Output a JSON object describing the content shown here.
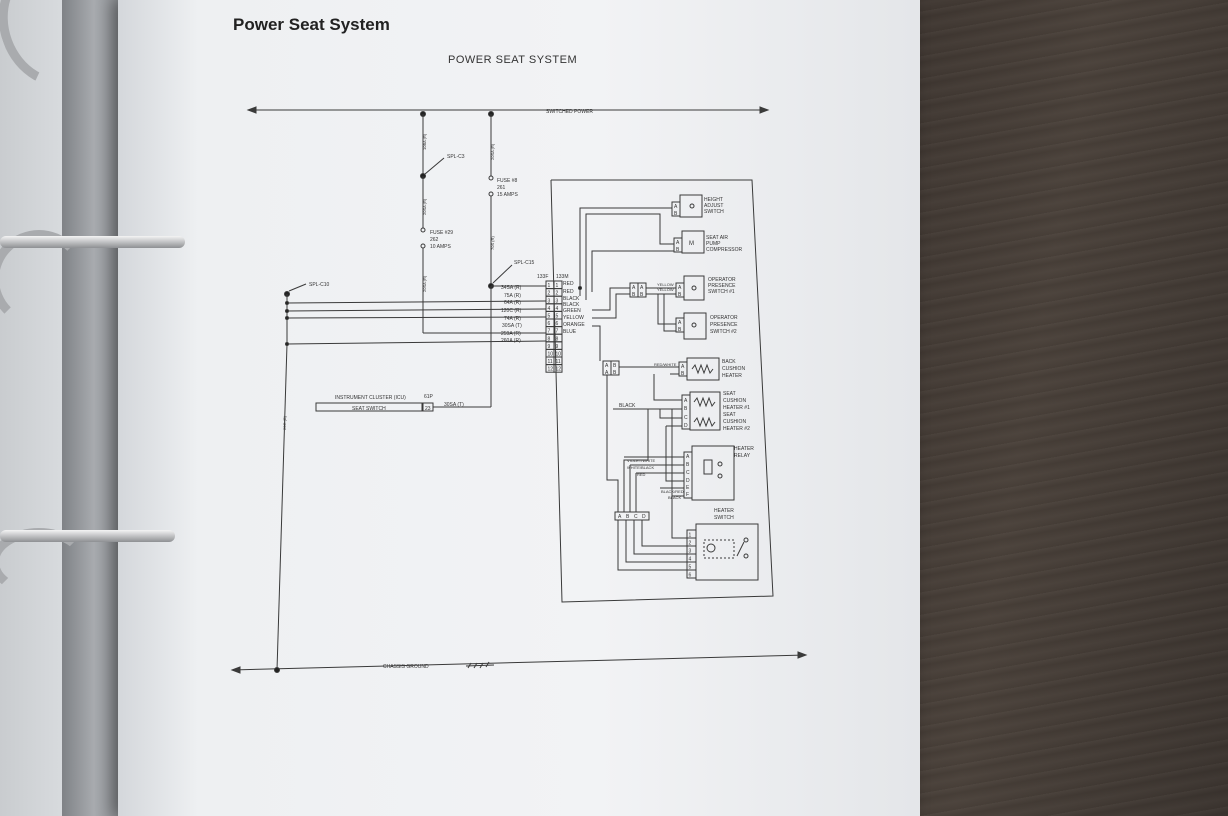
{
  "page": {
    "section_title": "Power Seat System",
    "diagram_title": "POWER SEAT SYSTEM"
  },
  "diagram": {
    "rails": {
      "top": "SWITCHED POWER",
      "bottom": "CHASSIS GROUND"
    },
    "supply": {
      "wire_a_top": "10BA (R)",
      "wire_a_mid": "20SA (R)",
      "wire_a_low": "20SA (R)",
      "wire_b_top": "20SA (R)",
      "wire_b_low": "70S (R)",
      "splice_c3": "SPL-C3",
      "splice_c15": "SPL-C15",
      "splice_c10": "SPL-C10",
      "fuse_8": [
        "FUSE #8",
        "261",
        "15 AMPS"
      ],
      "fuse_29": [
        "FUSE #29",
        "262",
        "10 AMPS"
      ],
      "ground_wire": "20G (B)"
    },
    "connector": {
      "left_id": "133F",
      "right_id": "133M",
      "wires": [
        "34SA (R)",
        "75A (R)",
        "64A (R)",
        "120C (R)",
        "74A (R)",
        "30SA (T)",
        "259A (R)",
        "260A (R)"
      ],
      "pins": [
        "1",
        "2",
        "3",
        "4",
        "5",
        "6",
        "7",
        "8",
        "9",
        "10",
        "11",
        "12"
      ],
      "colors": [
        "RED",
        "RED",
        "BLACK",
        "BLACK",
        "GREEN",
        "YELLOW",
        "ORANGE",
        "BLUE"
      ]
    },
    "cluster": {
      "label": "INSTRUMENT CLUSTER (ICU)",
      "id": "61P",
      "pin_label": "SEAT SWITCH",
      "pin": "23",
      "wire": "30SA (T)"
    },
    "components": {
      "height_adjust": [
        "HEIGHT",
        "ADJUST",
        "SWITCH"
      ],
      "air_pump": [
        "SEAT AIR",
        "PUMP",
        "COMPRESSOR"
      ],
      "motor_letter": "M",
      "presence_1": [
        "OPERATOR",
        "PRESENCE",
        "SWITCH #1"
      ],
      "presence_2": [
        "OPERATOR",
        "PRESENCE",
        "SWITCH #2"
      ],
      "back_heater": [
        "BACK",
        "CUSHION",
        "HEATER"
      ],
      "seat_heater_1": [
        "SEAT",
        "CUSHION",
        "HEATER #1"
      ],
      "seat_heater_2": [
        "SEAT",
        "CUSHION",
        "HEATER #2"
      ],
      "heater_relay": [
        "HEATER",
        "RELAY"
      ],
      "heater_switch": [
        "HEATER",
        "SWITCH"
      ]
    },
    "wire_labels": {
      "yellow_yellow": "YELLOW",
      "red_white": "RED/WHITE",
      "black": "BLACK",
      "violet_white": "VIOLET/WHITE",
      "white_black": "WHITE/BLACK",
      "red": "RED",
      "black_red": "BLACK/RED",
      "black2": "BLACK"
    },
    "pin_letters": {
      "ab": [
        "A",
        "B"
      ],
      "abcd": [
        "A",
        "B",
        "C",
        "D"
      ],
      "abcdef": [
        "A",
        "B",
        "C",
        "D",
        "E",
        "F"
      ],
      "switch_pins": [
        "1",
        "2",
        "3",
        "4",
        "5",
        "6"
      ]
    }
  }
}
